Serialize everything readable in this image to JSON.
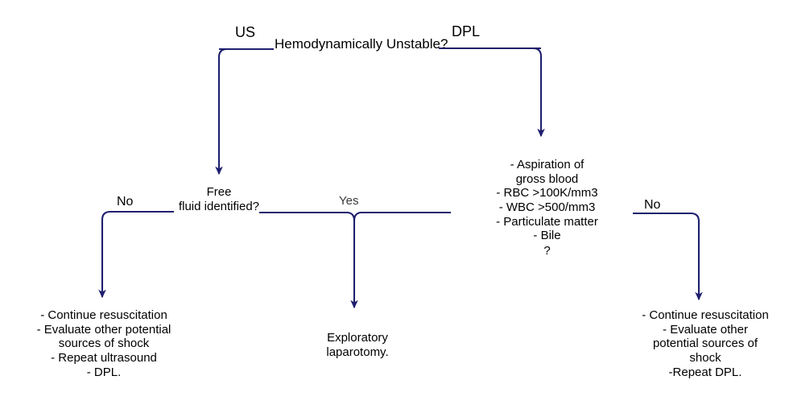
{
  "diagram": {
    "title_node": "Hemodynamically Unstable?",
    "accent_color": "#1f1f6e",
    "text_color": "#000000",
    "background": "#ffffff",
    "branch_labels": {
      "left_modality": "US",
      "right_modality": "DPL",
      "left_no": "No",
      "middle_yes": "Yes",
      "right_no": "No"
    },
    "nodes": {
      "free_fluid": "Free\nfluid identified?",
      "dpl_criteria": "- Aspiration of\ngross blood\n- RBC >100K/mm3\n- WBC >500/mm3\n- Particulate matter\n- Bile",
      "dpl_criteria_question": "?"
    },
    "outcomes": {
      "left": "- Continue resuscitation\n- Evaluate other potential\nsources of shock\n- Repeat ultrasound\n- DPL.",
      "middle": "Exploratory\nlaparotomy.",
      "right": "- Continue resuscitation\n- Evaluate other\npotential sources of\nshock\n-Repeat DPL."
    }
  }
}
